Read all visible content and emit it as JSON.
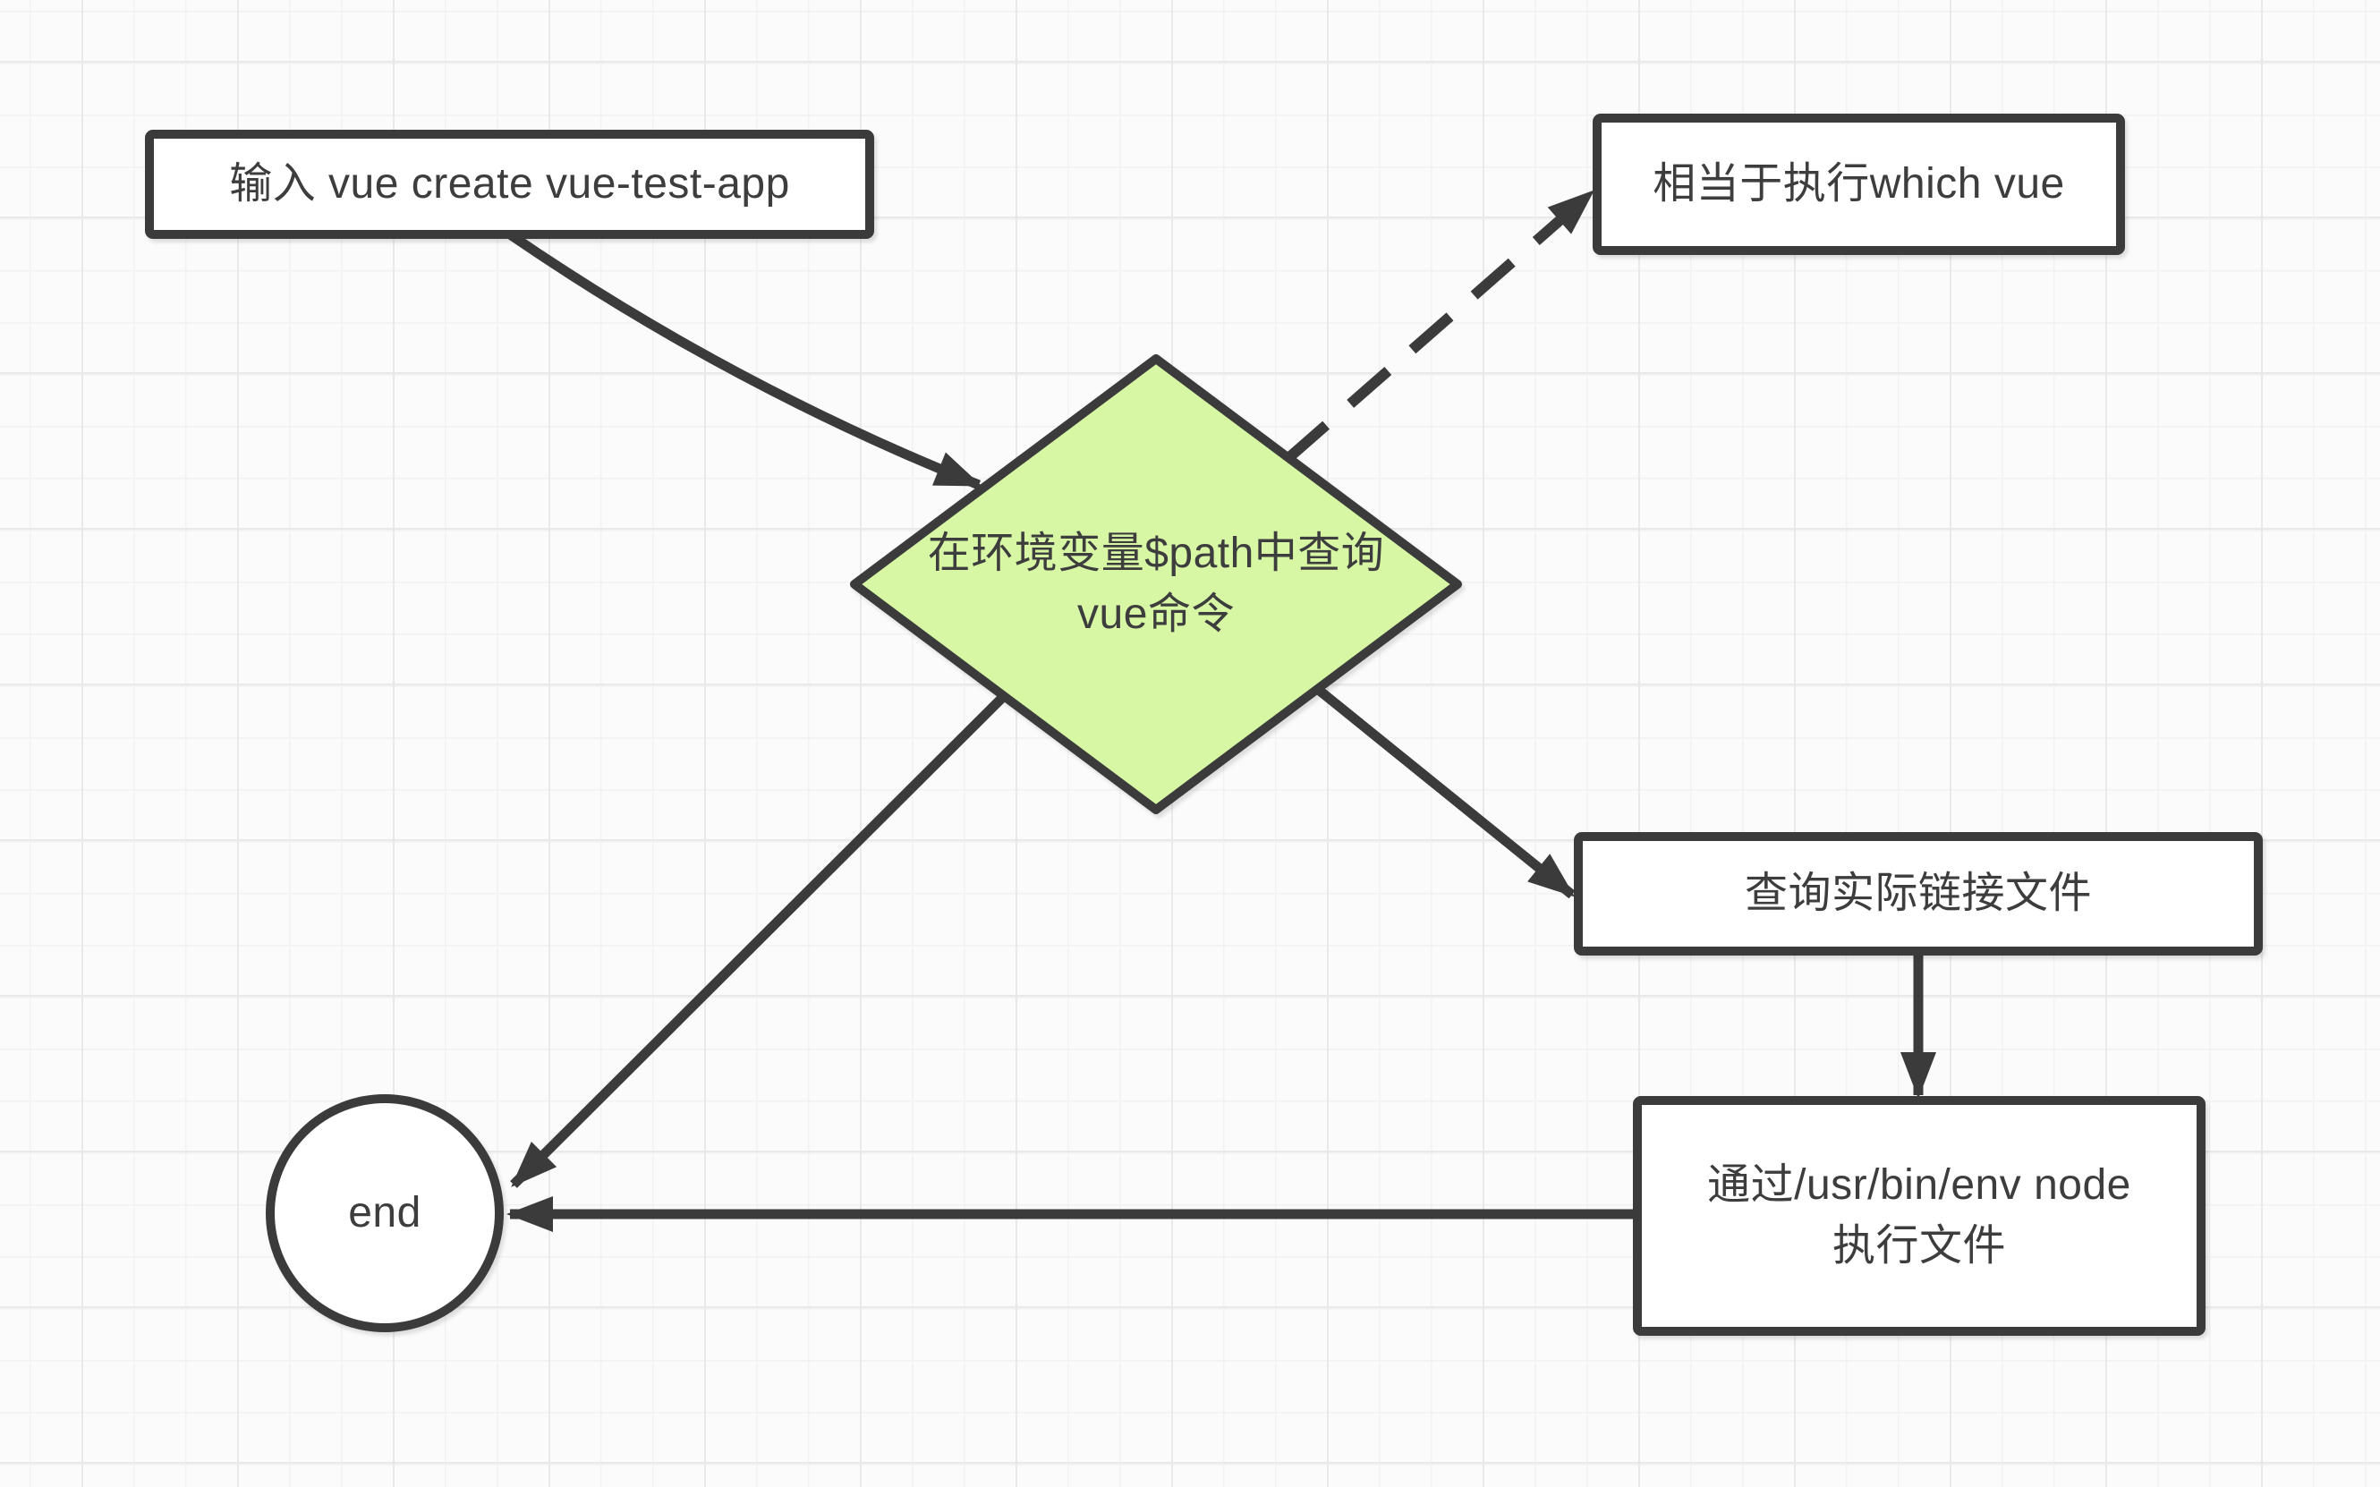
{
  "diagram": {
    "title": "vue create command lookup flowchart",
    "colors": {
      "stroke": "#3b3b3b",
      "text": "#3d3d3d",
      "node_fill": "#ffffff",
      "decision_fill": "#d7f7a5",
      "canvas_background": "#fbfbfb",
      "grid_minor": "#f2f2f2",
      "grid_major": "#e9e9e9"
    },
    "nodes": {
      "start": {
        "type": "process-rect",
        "label": "输入 vue create vue-test-app"
      },
      "which": {
        "type": "process-rect",
        "label": "相当于执行which vue"
      },
      "decision": {
        "type": "decision-diamond",
        "label": "在环境变量$path中查询\nvue命令"
      },
      "link": {
        "type": "process-rect",
        "label": "查询实际链接文件"
      },
      "exec": {
        "type": "process-rect",
        "label": "通过/usr/bin/env node\n执行文件"
      },
      "end": {
        "type": "terminal-circle",
        "label": "end"
      }
    },
    "edges": [
      {
        "from": "start",
        "to": "decision",
        "style": "solid"
      },
      {
        "from": "decision",
        "to": "which",
        "style": "dashed"
      },
      {
        "from": "decision",
        "to": "link",
        "style": "solid"
      },
      {
        "from": "link",
        "to": "exec",
        "style": "solid"
      },
      {
        "from": "exec",
        "to": "end",
        "style": "solid"
      },
      {
        "from": "decision",
        "to": "end",
        "style": "solid"
      }
    ]
  }
}
